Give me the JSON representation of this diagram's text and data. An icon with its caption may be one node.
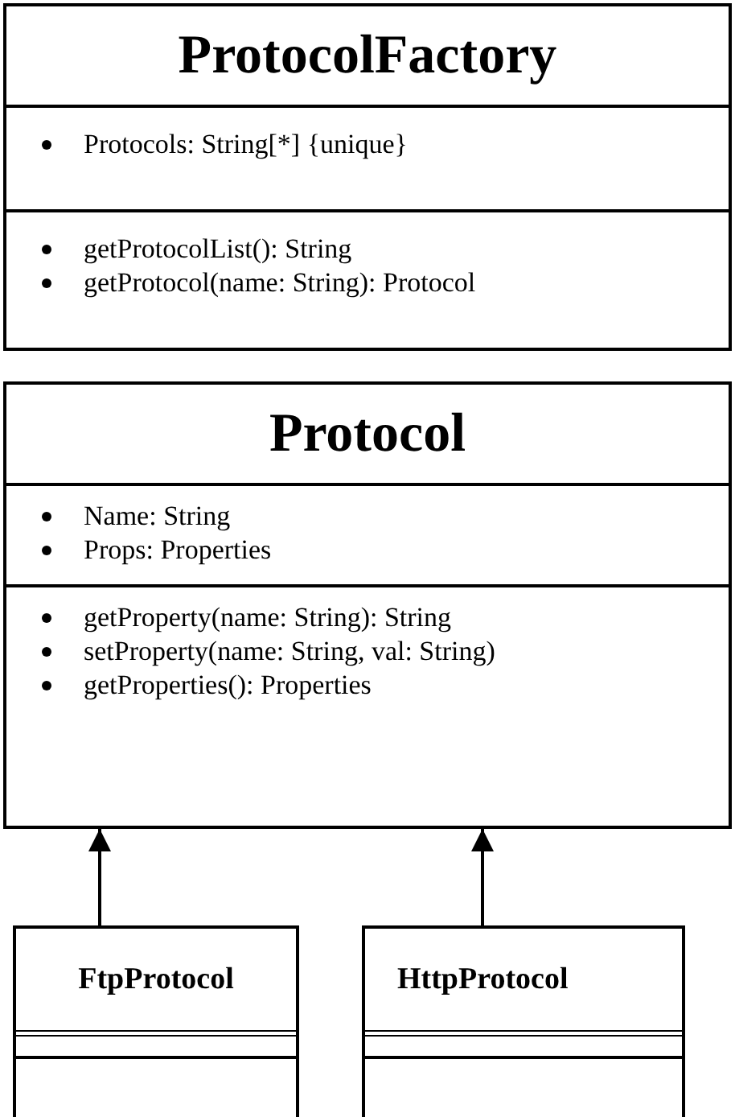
{
  "diagram": {
    "nodes": [
      {
        "text": [
          "ProtocolFactory"
        ]
      },
      {
        "text": [
          "Protocols: String[*] {unique}"
        ],
        "in": 0
      },
      {
        "text": [
          "getProtocolList(): String",
          "getProtocol(name: String): Protocol"
        ],
        "in": 0
      },
      {
        "text": [
          "Protocol"
        ]
      },
      {
        "text": [
          "Name: String",
          "Props: Properties"
        ],
        "in": 3
      },
      {
        "text": [
          "getProperty(name: String): String",
          "setProperty(name: String, val: String)",
          "getProperties(): Properties"
        ],
        "in": 3
      },
      {
        "text": [
          "FtpProtocol"
        ]
      },
      {
        "text": [],
        "shape": "box",
        "in": 6
      },
      {
        "text": [],
        "shape": "box",
        "in": 6
      },
      {
        "text": [
          "HttpProtocol"
        ]
      },
      {
        "text": [],
        "shape": "box",
        "in": 9
      },
      {
        "text": [],
        "shape": "box",
        "in": 9
      }
    ],
    "edges": [
      {
        "from": 6,
        "to": 3,
        "arrow": "to"
      },
      {
        "from": 9,
        "to": 3,
        "arrow": "to"
      }
    ]
  }
}
